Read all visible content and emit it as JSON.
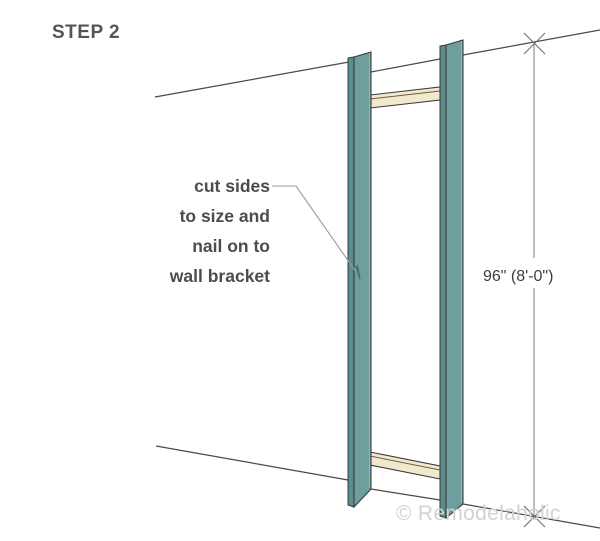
{
  "diagram": {
    "title": "STEP 2",
    "callout": {
      "lines": [
        "cut sides",
        "to size and",
        "nail on to",
        "wall bracket"
      ]
    },
    "dimension": {
      "label": "96\" (8'-0\")"
    },
    "watermark": "© Remodelaholic",
    "colors": {
      "board_face": "#6f9e9e",
      "board_edge": "#8fb4b4",
      "board_side": "#5d8c8c",
      "wood_light": "#f2e8cd",
      "wood_shadow": "#d9c9a0",
      "outline": "#3a3a3a",
      "wall_line": "#4a4a4a",
      "leader_line": "#9a9a9a",
      "dim_line": "#8a8a8a",
      "title_text": "#555555",
      "callout_text": "#4c4c4c",
      "watermark_text": "#d2d2d2",
      "background": "#ffffff"
    },
    "parts": {
      "left_side_board": "left vertical teal side board",
      "right_side_board": "right vertical teal side board",
      "top_wall_bracket": "upper horizontal wood wall bracket",
      "bottom_wall_bracket": "lower horizontal wood wall bracket"
    }
  }
}
